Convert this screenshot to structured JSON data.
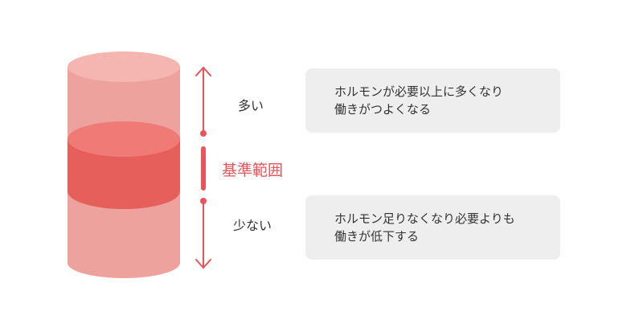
{
  "labels": {
    "high": "多い",
    "range": "基準範囲",
    "low": "少ない"
  },
  "cards": {
    "high": {
      "line1": "ホルモンが必要以上に多くなり",
      "line2": "働きがつよくなる"
    },
    "low": {
      "line1": "ホルモン足りなくなり必要よりも",
      "line2": "働きが低下する"
    }
  },
  "colors": {
    "cylinder_body": "#eea29e",
    "cylinder_top": "#f5b5b0",
    "band_body": "#e65f5b",
    "band_top": "#f07a75",
    "arrow": "#e8545a",
    "accent_text": "#e8545a",
    "card_bg": "#eeeeee",
    "text": "#333333"
  }
}
